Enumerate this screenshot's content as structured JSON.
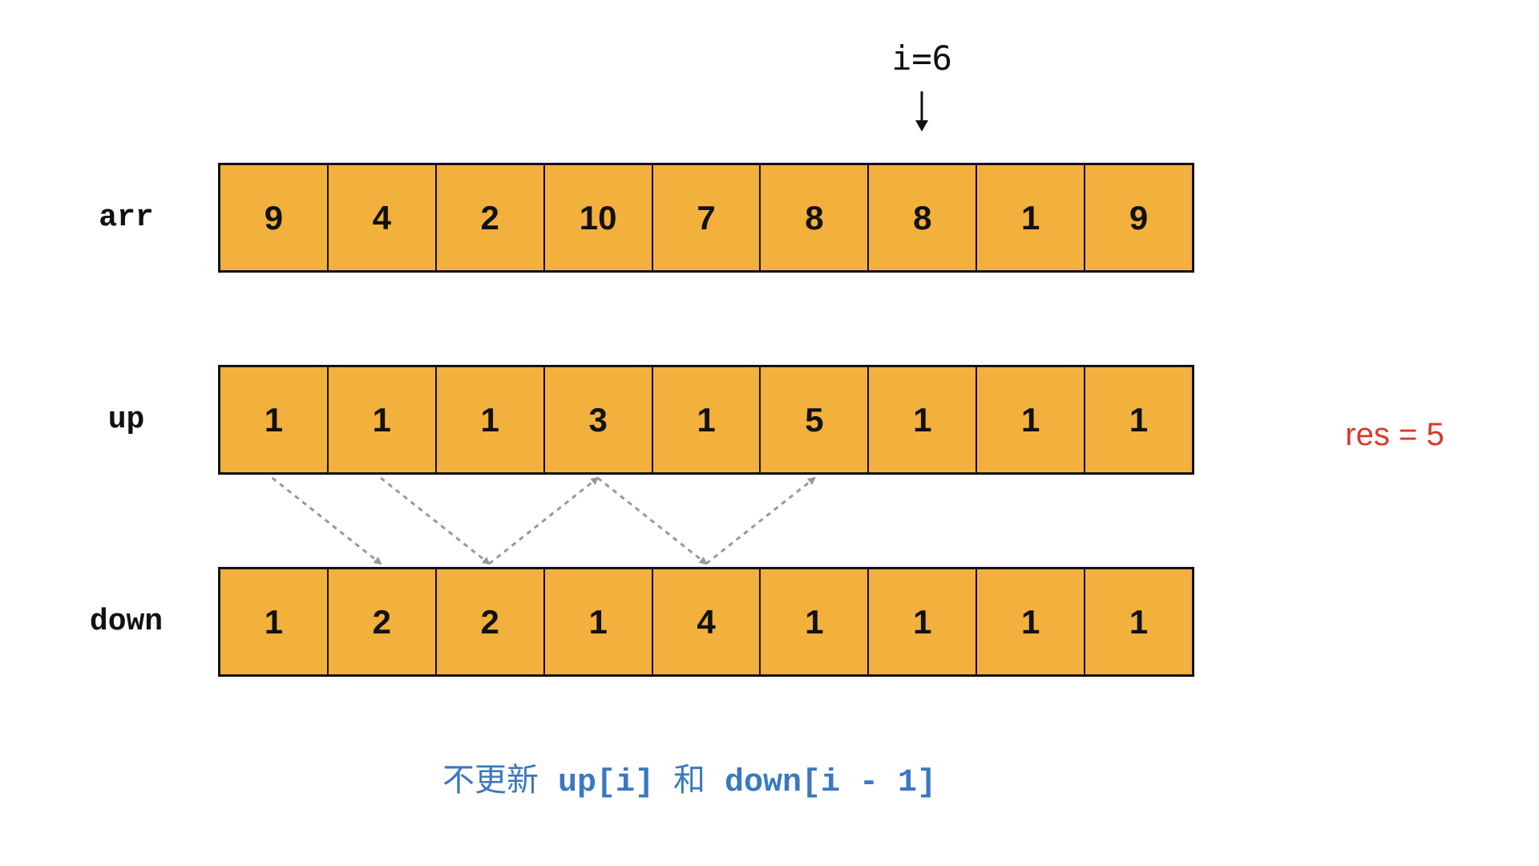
{
  "pointer": {
    "label": "i=6"
  },
  "rows": {
    "arr": {
      "label": "arr",
      "cells": [
        "9",
        "4",
        "2",
        "10",
        "7",
        "8",
        "8",
        "1",
        "9"
      ]
    },
    "up": {
      "label": "up",
      "cells": [
        "1",
        "1",
        "1",
        "3",
        "1",
        "5",
        "1",
        "1",
        "1"
      ]
    },
    "down": {
      "label": "down",
      "cells": [
        "1",
        "2",
        "2",
        "1",
        "4",
        "1",
        "1",
        "1",
        "1"
      ]
    }
  },
  "result": {
    "text": "res = 5"
  },
  "caption": {
    "part1": "不更新",
    "part2": " up[i] ",
    "part3": "和",
    "part4": " down[i - 1]"
  },
  "links": [
    {
      "from": "up",
      "from_index": 0,
      "to": "down",
      "to_index": 1
    },
    {
      "from": "up",
      "from_index": 1,
      "to": "down",
      "to_index": 2
    },
    {
      "from": "down",
      "from_index": 2,
      "to": "up",
      "to_index": 3
    },
    {
      "from": "up",
      "from_index": 3,
      "to": "down",
      "to_index": 4
    },
    {
      "from": "down",
      "from_index": 4,
      "to": "up",
      "to_index": 5
    }
  ],
  "colors": {
    "cell_fill": "#f2b03c",
    "border": "#111111",
    "link": "#999999",
    "result": "#d63a2b",
    "caption": "#3a78c0"
  }
}
